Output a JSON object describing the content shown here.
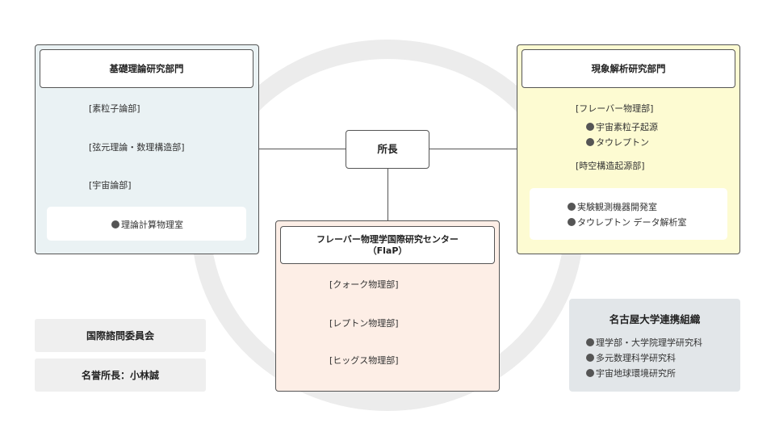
{
  "director": {
    "label": "所長"
  },
  "basic_theory": {
    "title": "基礎理論研究部門",
    "groups": [
      "[素粒子論部]",
      "[弦元理論・数理構造部]",
      "[宇宙論部]"
    ],
    "lab": "理論計算物理室"
  },
  "phenomena": {
    "title": "現象解析研究部門",
    "flavor_group": "[フレーバー物理部]",
    "flavor_items": [
      "宇宙素粒子起源",
      "タウレプトン"
    ],
    "spacetime_group": "[時空構造起源部]",
    "labs": [
      "実験観測機器開発室",
      "タウレプトン データ解析室"
    ]
  },
  "flap": {
    "title_line1": "フレーバー物理学国際研究センター",
    "title_line2": "（FlaP）",
    "groups": [
      "[クォーク物理部]",
      "[レプトン物理部]",
      "[ヒッグス物理部]"
    ]
  },
  "committee": {
    "label": "国際諮問委員会"
  },
  "honorary": {
    "label": "名誉所長：小林誠"
  },
  "nagoya": {
    "title": "名古屋大学連携組織",
    "items": [
      "理学部・大学院理学研究科",
      "多元数理科学研究科",
      "宇宙地球環境研究所"
    ]
  },
  "colors": {
    "basic_theory_fill": "#eaf2f4",
    "phenomena_fill": "#fdfbd2",
    "flap_fill": "#fdeee6",
    "nagoya_fill": "#e2e6e9",
    "ring": "#ececec"
  }
}
